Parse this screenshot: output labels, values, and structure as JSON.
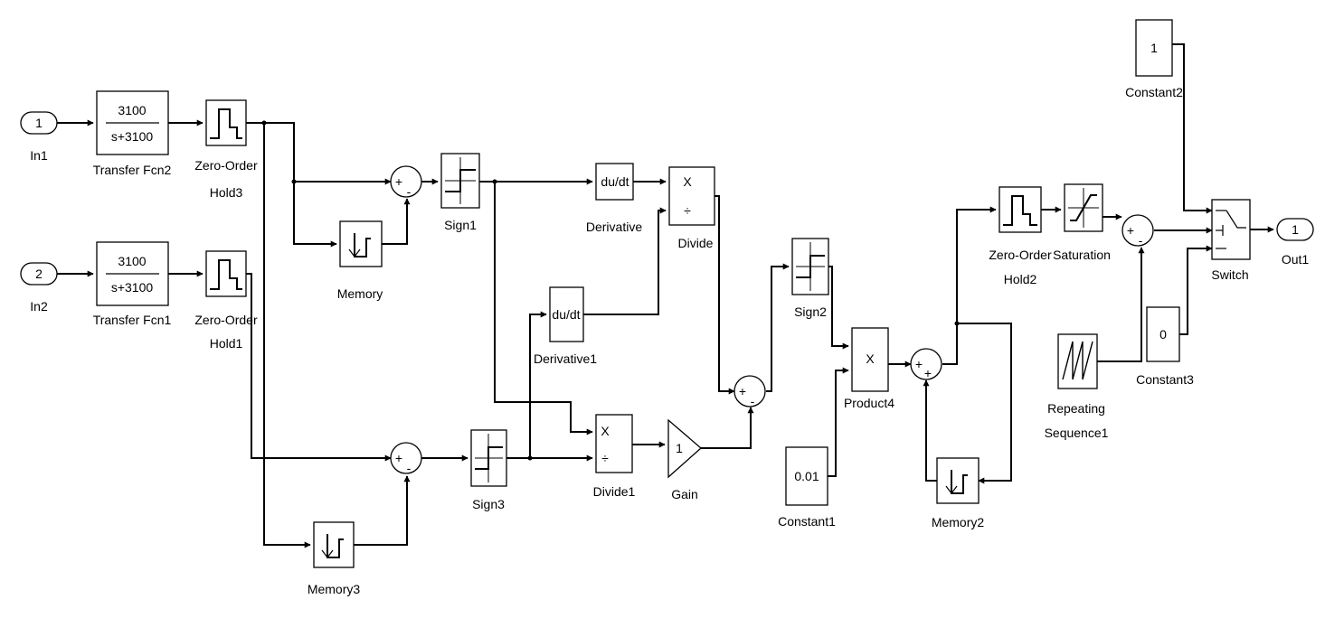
{
  "diagram": {
    "ports": {
      "in1": {
        "number": "1",
        "label": "In1"
      },
      "in2": {
        "number": "2",
        "label": "In2"
      },
      "out1": {
        "number": "1",
        "label": "Out1"
      }
    },
    "blocks": {
      "tf2": {
        "num": "3100",
        "den": "s+3100",
        "label": "Transfer Fcn2"
      },
      "tf1": {
        "num": "3100",
        "den": "s+3100",
        "label": "Transfer Fcn1"
      },
      "zoh3": {
        "label1": "Zero-Order",
        "label2": "Hold3"
      },
      "zoh1": {
        "label1": "Zero-Order",
        "label2": "Hold1"
      },
      "zoh2": {
        "label1": "Zero-Order",
        "label2": "Hold2"
      },
      "memory": {
        "label": "Memory"
      },
      "memory3": {
        "label": "Memory3"
      },
      "memory2": {
        "label": "Memory2"
      },
      "sign1": {
        "label": "Sign1"
      },
      "sign3": {
        "label": "Sign3"
      },
      "sign2": {
        "label": "Sign2"
      },
      "derivative": {
        "text": "du/dt",
        "label": "Derivative"
      },
      "derivative1": {
        "text": "du/dt",
        "label": "Derivative1"
      },
      "divide": {
        "mul": "X",
        "div": "÷",
        "label": "Divide"
      },
      "divide1": {
        "mul": "X",
        "div": "÷",
        "label": "Divide1"
      },
      "gain": {
        "value": "1",
        "label": "Gain"
      },
      "product4": {
        "text": "X",
        "label": "Product4"
      },
      "constant1": {
        "value": "0.01",
        "label": "Constant1"
      },
      "saturation": {
        "label": "Saturation"
      },
      "repeating": {
        "label1": "Repeating",
        "label2": "Sequence1"
      },
      "constant2": {
        "value": "1",
        "label": "Constant2"
      },
      "constant3": {
        "value": "0",
        "label": "Constant3"
      },
      "switch": {
        "label": "Switch"
      }
    },
    "sum_signs": {
      "plus": "+",
      "minus": "-"
    }
  }
}
